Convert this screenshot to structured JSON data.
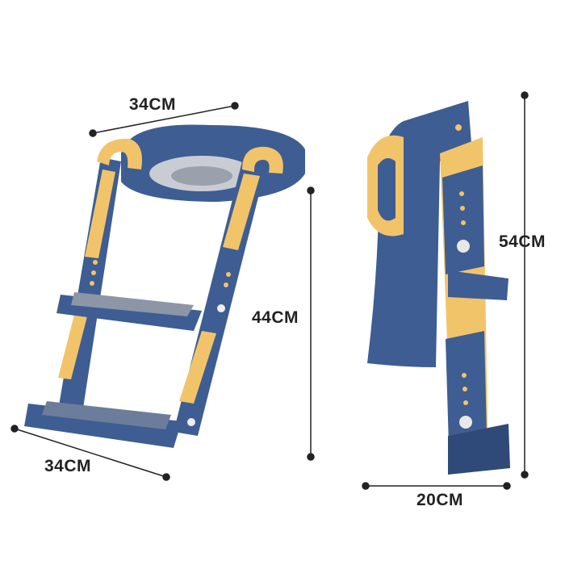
{
  "dimensions": {
    "top_width": "34CM",
    "height_front": "44CM",
    "bottom_width": "34CM",
    "height_side": "54CM",
    "depth_side": "20CM"
  },
  "colors": {
    "frame_blue": "#3e5d92",
    "frame_blue_dark": "#2f4a78",
    "accent_yellow": "#f2c46a",
    "step_gray": "#8c96a6",
    "dimension_line": "#222222"
  }
}
